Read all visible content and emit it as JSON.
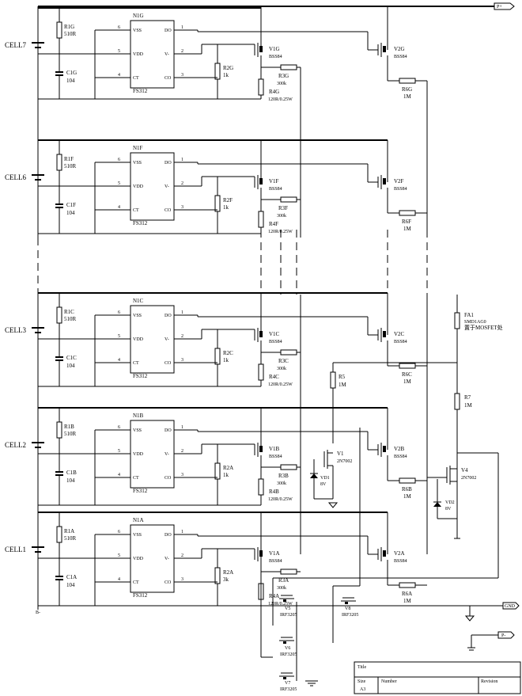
{
  "rail_labels": {
    "pack_plus": "P+",
    "pack_minus_top": "P-",
    "gnd": "GND",
    "b_minus": "B-"
  },
  "cells": [
    {
      "cell": "CELL7",
      "r1": "R1G",
      "r1v": "510R",
      "c1": "C1G",
      "c1v": "104",
      "n1": "N1G",
      "ic": "FS312",
      "pins": [
        "6",
        "5",
        "4",
        "1",
        "2",
        "3"
      ],
      "pinnames": [
        "VSS",
        "VDD",
        "CT",
        "DO",
        "V-",
        "CO"
      ],
      "r2": "R2G",
      "r2v": "1k",
      "v1": "V1G",
      "v1t": "BSS84",
      "r3": "R3G",
      "r3v": "300k",
      "r4": "R4G",
      "r4v": "120R/0.25W",
      "v2": "V2G",
      "v2t": "BSS84",
      "r6": "R6G",
      "r6v": "1M"
    },
    {
      "cell": "CELL6",
      "r1": "R1F",
      "r1v": "510R",
      "c1": "C1F",
      "c1v": "104",
      "n1": "N1F",
      "ic": "FS312",
      "pins": [
        "6",
        "5",
        "4",
        "1",
        "2",
        "3"
      ],
      "pinnames": [
        "VSS",
        "VDD",
        "CT",
        "DO",
        "V-",
        "CO"
      ],
      "r2": "R2F",
      "r2v": "1k",
      "v1": "V1F",
      "v1t": "BSS84",
      "r3": "R3F",
      "r3v": "300k",
      "r4": "R4F",
      "r4v": "120R/0.25W",
      "v2": "V2F",
      "v2t": "BSS84",
      "r6": "R6F",
      "r6v": "1M"
    },
    {
      "cell": "CELL3",
      "r1": "R1C",
      "r1v": "510R",
      "c1": "C1C",
      "c1v": "104",
      "n1": "N1C",
      "ic": "FS312",
      "pins": [
        "6",
        "5",
        "4",
        "1",
        "2",
        "3"
      ],
      "pinnames": [
        "VSS",
        "VDD",
        "CT",
        "DO",
        "V-",
        "CO"
      ],
      "r2": "R2C",
      "r2v": "1k",
      "v1": "V1C",
      "v1t": "BSS84",
      "r3": "R3C",
      "r3v": "300k",
      "r4": "R4C",
      "r4v": "120R/0.25W",
      "v2": "V2C",
      "v2t": "BSS84",
      "r6": "R6C",
      "r6v": "1M"
    },
    {
      "cell": "CELL2",
      "r1": "R1B",
      "r1v": "510R",
      "c1": "C1B",
      "c1v": "104",
      "n1": "N1B",
      "ic": "FS312",
      "pins": [
        "6",
        "5",
        "4",
        "1",
        "2",
        "3"
      ],
      "pinnames": [
        "VSS",
        "VDD",
        "CT",
        "DO",
        "V-",
        "CO"
      ],
      "r2": "R2A",
      "r2v": "1k",
      "v1": "V1B",
      "v1t": "BSS84",
      "r3": "R3B",
      "r3v": "300k",
      "r4": "R4B",
      "r4v": "120R/0.25W",
      "v2": "V2B",
      "v2t": "BSS84",
      "r6": "R6B",
      "r6v": "1M"
    },
    {
      "cell": "CELL1",
      "r1": "R1A",
      "r1v": "510R",
      "c1": "C1A",
      "c1v": "104",
      "n1": "N1A",
      "ic": "FS312",
      "pins": [
        "6",
        "5",
        "4",
        "1",
        "2",
        "3"
      ],
      "pinnames": [
        "VSS",
        "VDD",
        "CT",
        "DO",
        "V-",
        "CO"
      ],
      "r2": "R2A",
      "r2v": "3k",
      "v1": "V1A",
      "v1t": "BSS84",
      "r3": "R3A",
      "r3v": "300k",
      "r4": "R4A",
      "r4v": "120R/0.25W",
      "v2": "V2A",
      "v2t": "BSS84",
      "r6": "R6A",
      "r6v": "1M"
    }
  ],
  "misc": {
    "fa1": "FA1",
    "fa1v": "SMD1AG0",
    "fa1n": "置于MOSFET处",
    "r5": "R5",
    "r5v": "1M",
    "r7": "R7",
    "r7v": "1M",
    "v1": "V1",
    "v1t": "2N7002",
    "v4": "V4",
    "v4t": "2N7002",
    "vd1": "VD1",
    "vd1v": "8V",
    "vd2": "VD2",
    "vd2v": "8V",
    "v5": "V5",
    "v5t": "IRF3205",
    "v6": "V6",
    "v6t": "IRF3205",
    "v7": "V7",
    "v7t": "IRF3205",
    "v8": "V8",
    "v8t": "IRF3205"
  },
  "title_block": {
    "title": "Title",
    "size": "Size",
    "size_val": "A3",
    "number": "Number",
    "revision": "Revision"
  }
}
